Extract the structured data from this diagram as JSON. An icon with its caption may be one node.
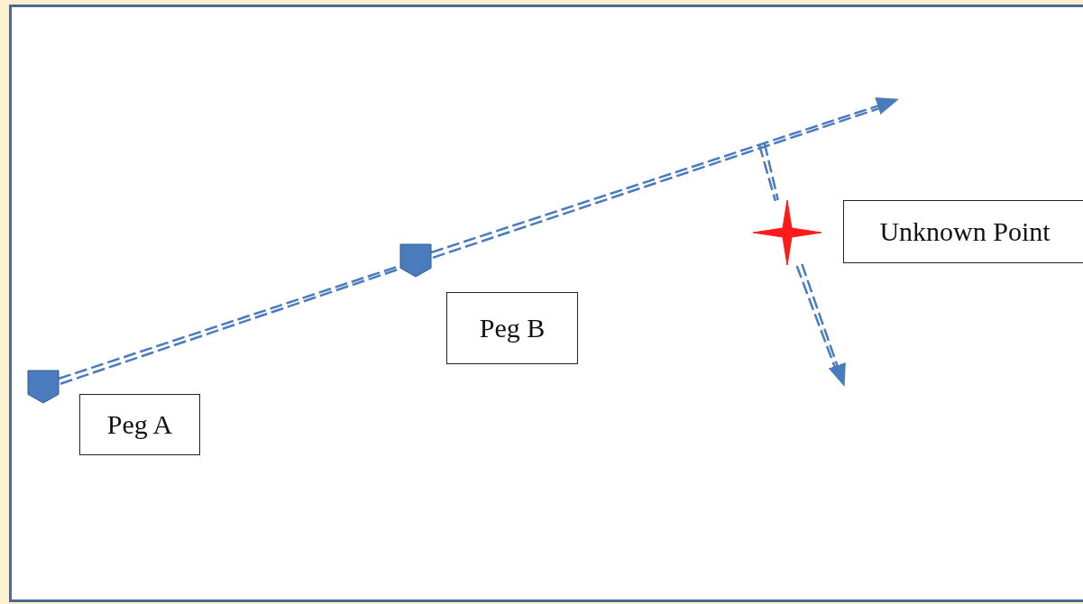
{
  "diagram": {
    "nodes": [
      {
        "text": [],
        "shape": "pentagon"
      },
      {
        "text": [
          "Peg A"
        ]
      },
      {
        "text": [],
        "shape": "pentagon"
      },
      {
        "text": [
          "Peg B"
        ]
      },
      {
        "text": [],
        "shape": "star"
      },
      {
        "text": [
          "Unknown Point"
        ]
      }
    ],
    "edges": [
      {
        "from": 0,
        "to": 2,
        "arrow": "none",
        "style": "dashed"
      },
      {
        "from": 2,
        "to": null,
        "arrow": "to",
        "style": "dashed"
      },
      {
        "from": null,
        "to": 4,
        "arrow": "none",
        "style": "dashed"
      },
      {
        "from": 4,
        "to": null,
        "arrow": "to",
        "style": "dashed"
      }
    ]
  }
}
